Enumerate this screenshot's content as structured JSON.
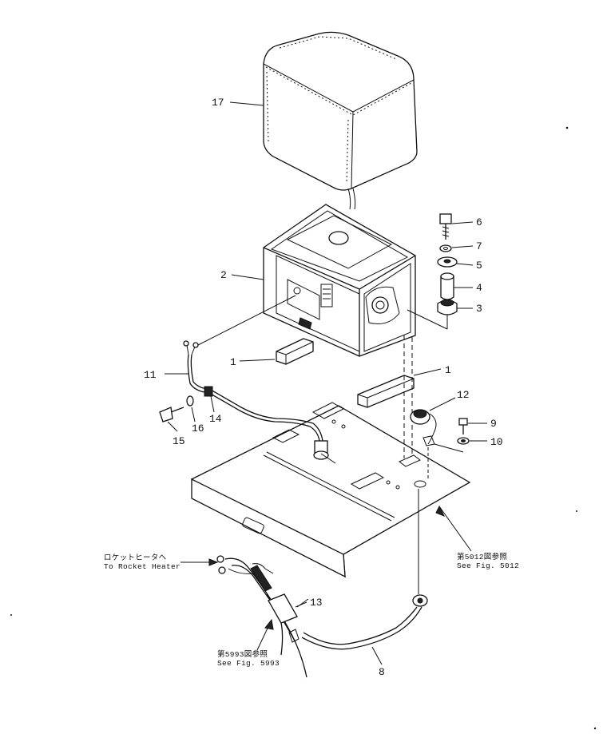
{
  "parts": [
    {
      "id": "part-17",
      "label": "17",
      "name": "cover"
    },
    {
      "id": "part-2",
      "label": "2",
      "name": "generator-in-frame"
    },
    {
      "id": "part-6",
      "label": "6",
      "name": "bolt"
    },
    {
      "id": "part-7",
      "label": "7",
      "name": "washer"
    },
    {
      "id": "part-5",
      "label": "5",
      "name": "flat-washer"
    },
    {
      "id": "part-4",
      "label": "4",
      "name": "spacer"
    },
    {
      "id": "part-3",
      "label": "3",
      "name": "rubber-mount"
    },
    {
      "id": "part-1a",
      "label": "1",
      "name": "support-block-left"
    },
    {
      "id": "part-1b",
      "label": "1",
      "name": "support-block-right"
    },
    {
      "id": "part-12",
      "label": "12",
      "name": "receptacle"
    },
    {
      "id": "part-9",
      "label": "9",
      "name": "screw"
    },
    {
      "id": "part-10",
      "label": "10",
      "name": "washer"
    },
    {
      "id": "part-11",
      "label": "11",
      "name": "harness"
    },
    {
      "id": "part-14",
      "label": "14",
      "name": "clamp"
    },
    {
      "id": "part-16",
      "label": "16",
      "name": "washer"
    },
    {
      "id": "part-15",
      "label": "15",
      "name": "bolt"
    },
    {
      "id": "part-13",
      "label": "13",
      "name": "wiring-bundle"
    },
    {
      "id": "part-8",
      "label": "8",
      "name": "cable"
    }
  ],
  "notes": {
    "rocket_heater_jp": "ロケットヒータヘ",
    "rocket_heater_en": "To Rocket Heater",
    "fig5012_jp": "第5012図参照",
    "fig5012_en": "See Fig. 5012",
    "fig5993_jp": "第5993図参照",
    "fig5993_en": "See Fig. 5993"
  }
}
